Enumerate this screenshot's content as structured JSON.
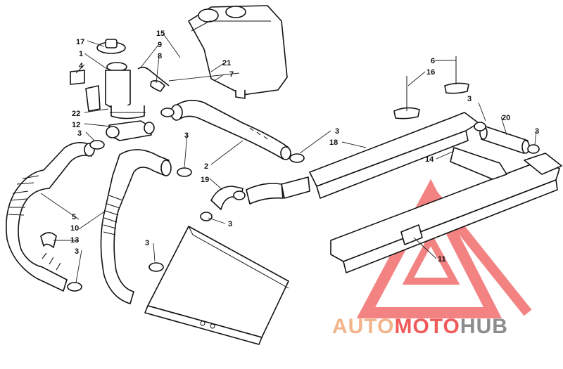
{
  "labels": [
    "17",
    "1",
    "4",
    "22",
    "12",
    "15",
    "9",
    "8",
    "21",
    "7",
    "6",
    "16",
    "3",
    "20",
    "14",
    "18",
    "2",
    "19",
    "5",
    "10",
    "13",
    "11"
  ],
  "watermark": {
    "part1": "AUTO",
    "part2": "MOTO",
    "part3": "HUB",
    "color1": "#f2b48a",
    "color2": "#f05a5a",
    "color3": "#8c8c8c",
    "logo_color": "#f05a5a"
  }
}
